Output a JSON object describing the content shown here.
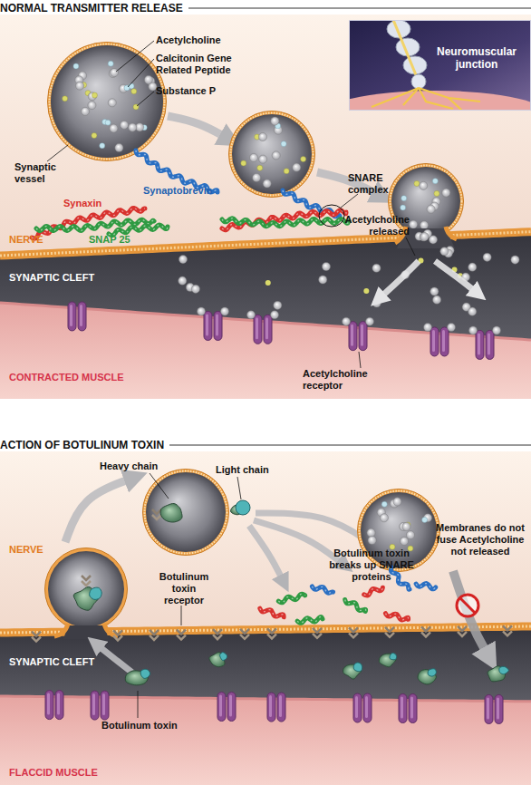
{
  "diagram": {
    "nodes": [
      {
        "text": [
          "NORMAL TRANSMITTER RELEASE"
        ]
      },
      {
        "text": [
          "ACTION OF BOTULINUM TOXIN"
        ]
      },
      {
        "text": [
          "Neuromuscular junction"
        ],
        "in": 0
      }
    ],
    "labels": [
      "Acetylcholine",
      "Calcitonin Gene Related Peptide",
      "Substance P",
      "Synaptic vessel",
      "Synaptobrevin",
      "Synaxin",
      "SNAP 25",
      "SNARE complex",
      "NERVE",
      "Acetylcholine released",
      "SYNAPTIC CLEFT",
      "CONTRACTED MUSCLE",
      "Acetylcholine receptor",
      "Heavy chain",
      "Light chain",
      "NERVE",
      "Botulinum toxin receptor",
      "Botulinum toxin breaks up SNARE proteins",
      "Membranes do not fuse Acetylcholine not released",
      "SYNAPTIC CLEFT",
      "Botulinum toxin",
      "FLACCID MUSCLE"
    ]
  }
}
